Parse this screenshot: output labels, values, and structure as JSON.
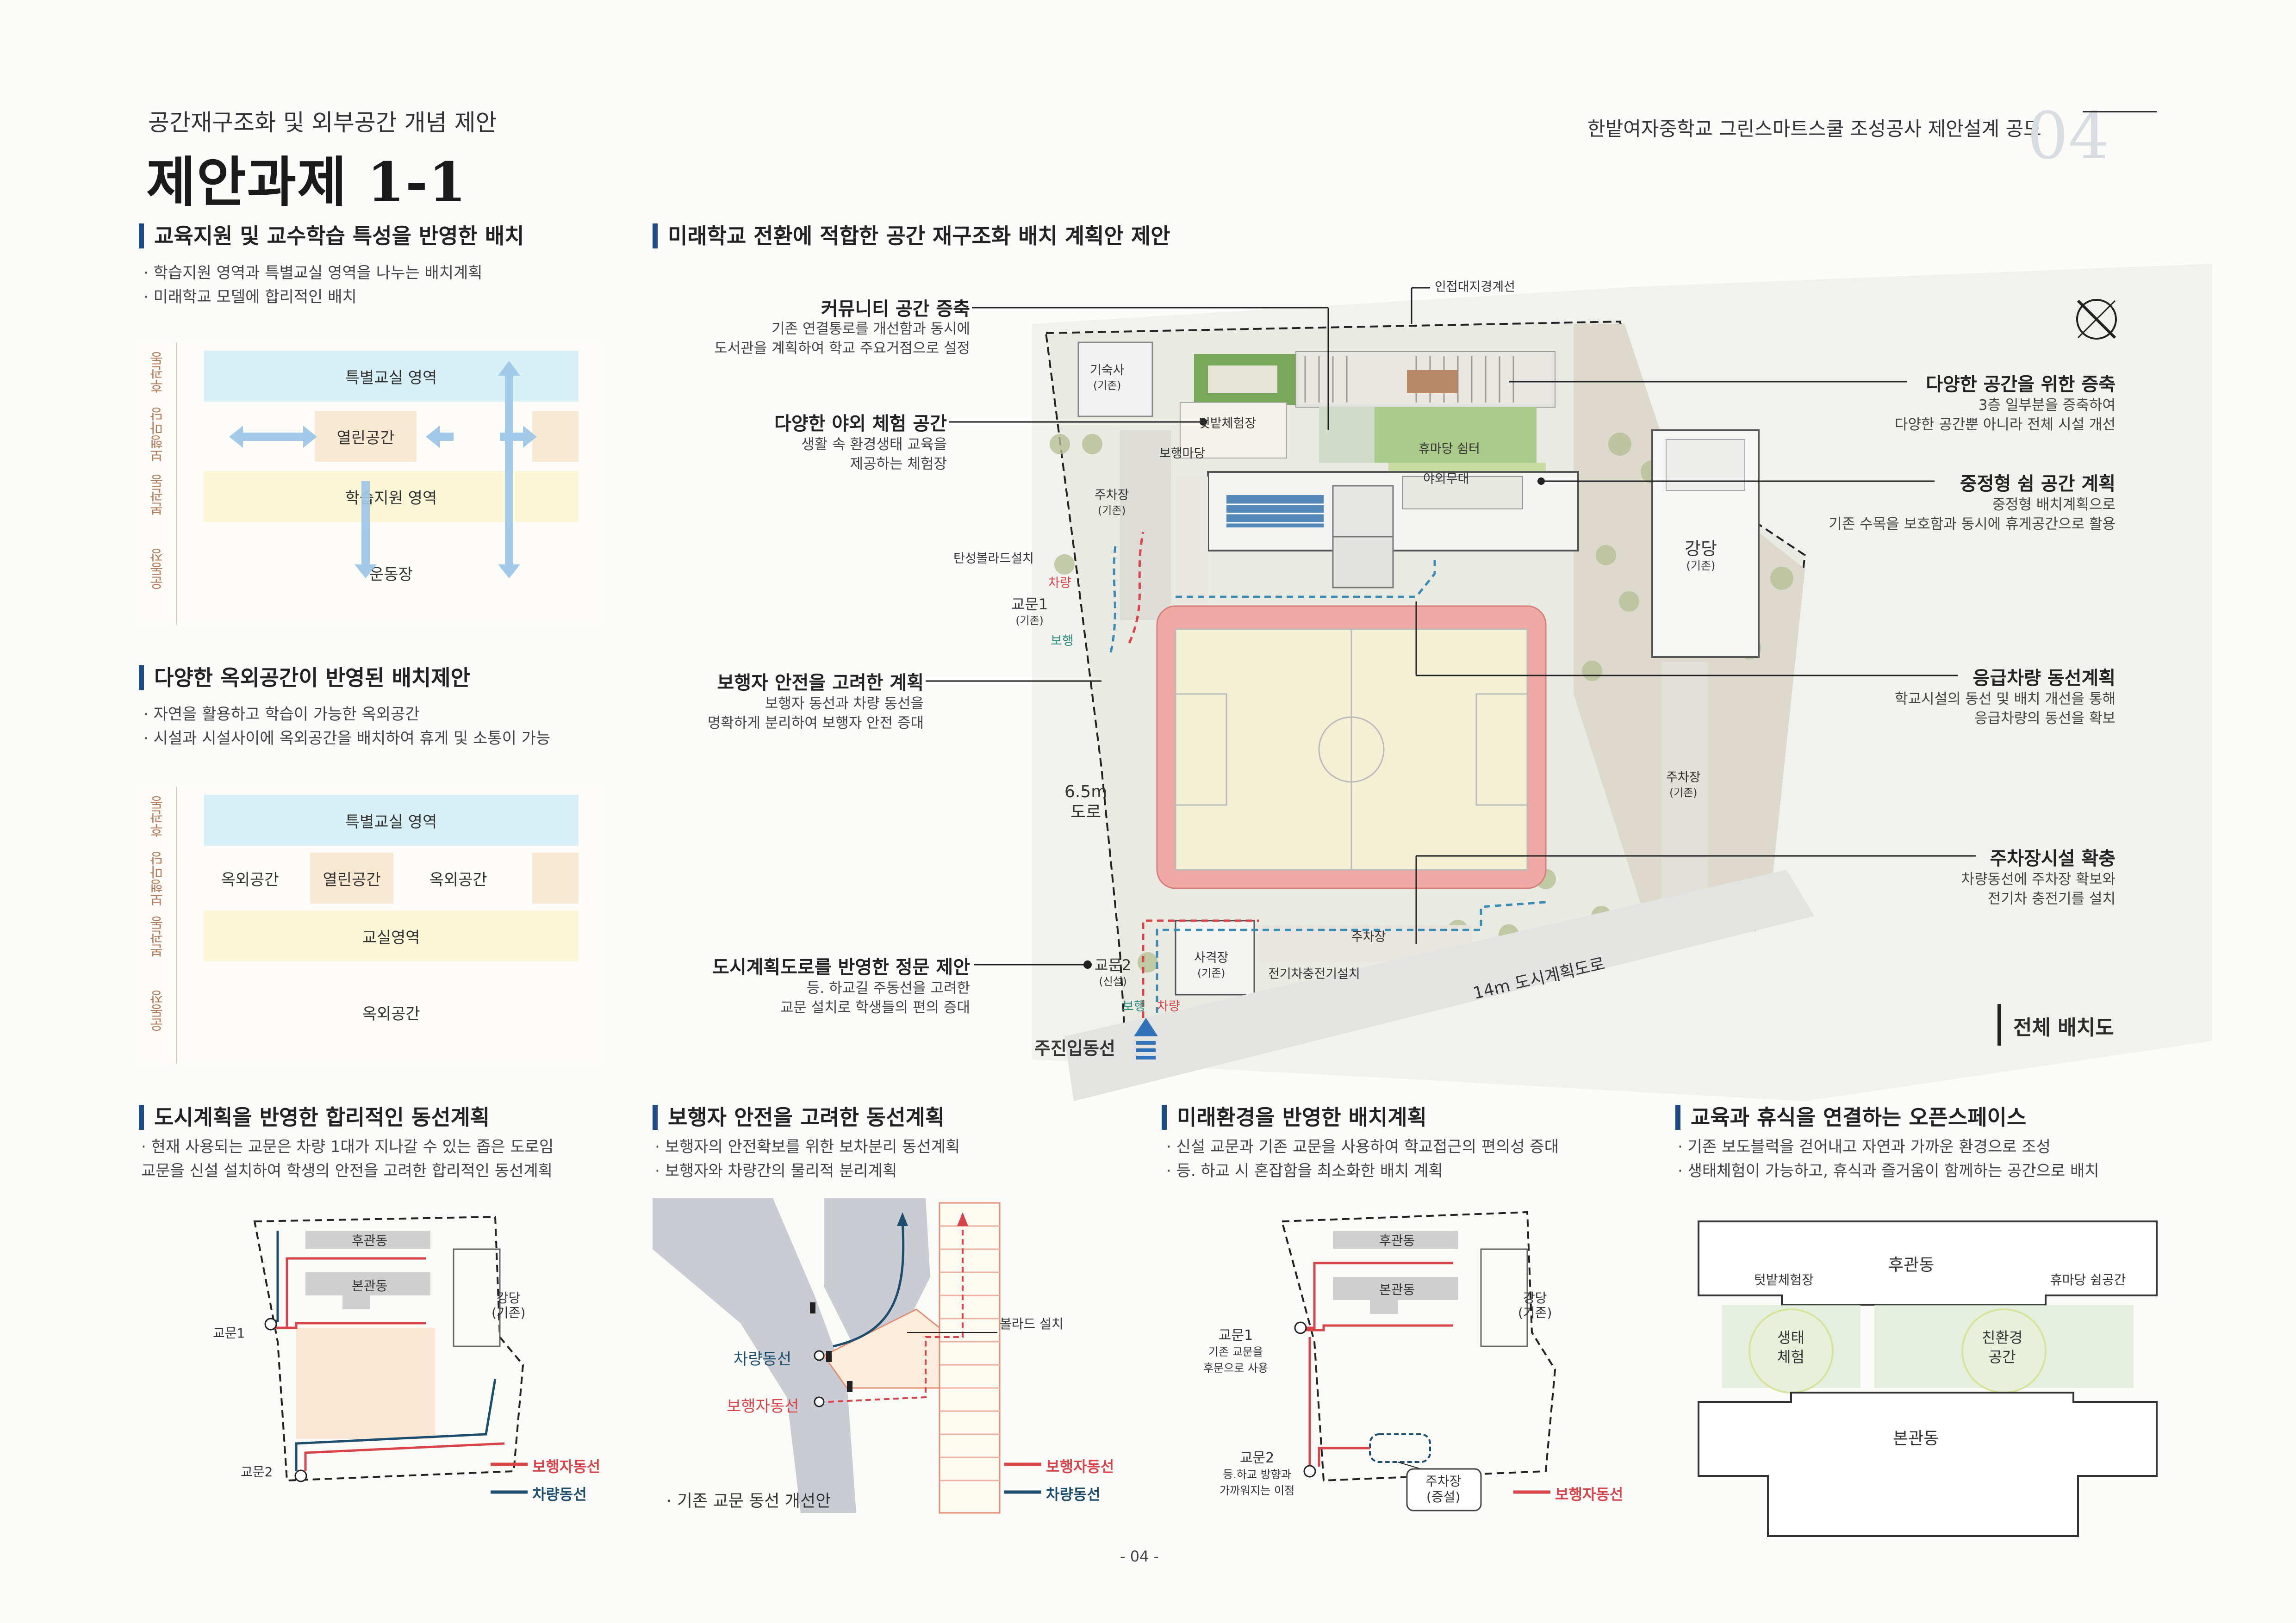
{
  "header": {
    "subtitle": "공간재구조화 및 외부공간 개념 제안",
    "title": "제안과제 1-1",
    "project": "한밭여자중학교 그린스마트스쿨 조성공사 제안설계 공모",
    "page_badge": "04",
    "page_number": "- 04 -"
  },
  "zones": {
    "rear": "후관동",
    "walk": "보행마당",
    "main": "본관동",
    "field": "운동장"
  },
  "section1": {
    "title": "교육지원 및 교수학습 특성을 반영한 배치",
    "bullets": [
      "· 학습지원 영역과 특별교실 영역을 나누는 배치계획",
      "· 미래학교 모델에 합리적인 배치"
    ],
    "blocks": {
      "special": "특별교실 영역",
      "open": "열린공간",
      "learning": "학습지원 영역",
      "field": "운동장"
    }
  },
  "section2": {
    "title": "다양한 옥외공간이 반영된 배치제안",
    "bullets": [
      "· 자연을 활용하고 학습이 가능한 옥외공간",
      "· 시설과 시설사이에 옥외공간을 배치하여 휴게 및 소통이 가능"
    ],
    "blocks": {
      "special": "특별교실 영역",
      "outdoor_left": "옥외공간",
      "open": "열린공간",
      "outdoor_right": "옥외공간",
      "classroom": "교실영역",
      "outdoor_bottom": "옥외공간"
    }
  },
  "main_plan": {
    "title": "미래학교 전환에 적합한 공간 재구조화 배치 계획안 제안",
    "caption": "전체 배치도",
    "annotations_left": [
      {
        "title": "커뮤니티 공간 증축",
        "desc": [
          "기존 연결통로를 개선함과 동시에",
          "도서관을 계획하여 학교 주요거점으로 설정"
        ]
      },
      {
        "title": "다양한 야외 체험 공간",
        "desc": [
          "생활 속 환경생태 교육을",
          "제공하는 체험장"
        ]
      },
      {
        "title": "보행자 안전을 고려한 계획",
        "desc": [
          "보행자 동선과 차량 동선을",
          "명확하게 분리하여 보행자 안전 증대"
        ]
      },
      {
        "title": "도시계획도로를 반영한 정문 제안",
        "desc": [
          "등. 하교길 주동선을 고려한",
          "교문 설치로 학생들의 편의 증대"
        ]
      }
    ],
    "annotations_right": [
      {
        "title": "다양한 공간을 위한 증축",
        "desc": [
          "3층 일부분을 증축하여",
          "다양한 공간뿐 아니라 전체 시설 개선"
        ]
      },
      {
        "title": "중정형 쉼 공간 계획",
        "desc": [
          "중정형 배치계획으로",
          "기존 수목을 보호함과 동시에 휴게공간으로 활용"
        ]
      },
      {
        "title": "응급차량 동선계획",
        "desc": [
          "학교시설의 동선 및 배치 개선을 통해",
          "응급차량의 동선을 확보"
        ]
      },
      {
        "title": "주차장시설 확충",
        "desc": [
          "차량동선에 주차장 확보와",
          "전기차 충전기를 설치"
        ]
      }
    ],
    "labels": {
      "boundary": "인접대지경계선",
      "dorm": "기숙사",
      "existing": "(기존)",
      "new": "(신설)",
      "garden": "텃밭체험장",
      "walk_yard": "보행마당",
      "rest": "휴마당 쉼터",
      "stage": "야외무대",
      "parking": "주차장",
      "bollard": "탄성볼라드설치",
      "gate1": "교문1",
      "gate2": "교문2",
      "car": "차량",
      "ped": "보행",
      "road65_a": "6.5m",
      "road65_b": "도로",
      "hall": "강당",
      "archery": "사격장",
      "ev": "전기차충전기설치",
      "road14": "14m 도시계획도로",
      "main_entry": "주진입동선"
    }
  },
  "bottom": [
    {
      "title": "도시계획을 반영한 합리적인 동선계획",
      "bullets": [
        "· 현재 사용되는 교문은 차량 1대가 지나갈 수 있는 좁은 도로임",
        "  교문을 신설 설치하여 학생의 안전을 고려한 합리적인 동선계획"
      ],
      "labels": {
        "rear": "후관동",
        "main": "본관동",
        "hall": "강당",
        "hall_sub": "(기존)",
        "gate1": "교문1",
        "gate2": "교문2",
        "legend_ped": "보행자동선",
        "legend_car": "차량동선"
      }
    },
    {
      "title": "보행자 안전을 고려한 동선계획",
      "bullets": [
        "· 보행자의 안전확보를 위한 보차분리 동선계획",
        "· 보행자와 차량간의 물리적 분리계획"
      ],
      "labels": {
        "bollard": "볼라드 설치",
        "car": "차량동선",
        "ped": "보행자동선",
        "caption": "· 기존 교문 동선 개선안",
        "legend_ped": "보행자동선",
        "legend_car": "차량동선"
      }
    },
    {
      "title": "미래환경을 반영한 배치계획",
      "bullets": [
        "· 신설 교문과 기존 교문을 사용하여 학교접근의 편의성 증대",
        "· 등. 하교 시 혼잡함을 최소화한 배치 계획"
      ],
      "labels": {
        "rear": "후관동",
        "main": "본관동",
        "hall": "강당",
        "hall_sub": "(기존)",
        "gate1": "교문1",
        "gate1_note1": "기존 교문을",
        "gate1_note2": "후문으로 사용",
        "gate2": "교문2",
        "gate2_note1": "등.하교 방향과",
        "gate2_note2": "가까워지는 이점",
        "parking": "주차장",
        "parking_sub": "(증설)",
        "legend_ped": "보행자동선"
      }
    },
    {
      "title": "교육과 휴식을 연결하는 오픈스페이스",
      "bullets": [
        "· 기존 보도블럭을 걷어내고 자연과 가까운 환경으로 조성",
        "· 생태체험이 가능하고, 휴식과 즐거움이 함께하는 공간으로 배치"
      ],
      "labels": {
        "rear": "후관동",
        "garden": "텃밭체험장",
        "rest": "휴마당 쉼공간",
        "eco1": "생태",
        "eco2": "체험",
        "nat1": "친환경",
        "nat2": "공간",
        "main": "본관동"
      }
    }
  ],
  "colors": {
    "accent": "#1b4a86",
    "ped": "#d9434a",
    "car": "#1d4e6e"
  }
}
